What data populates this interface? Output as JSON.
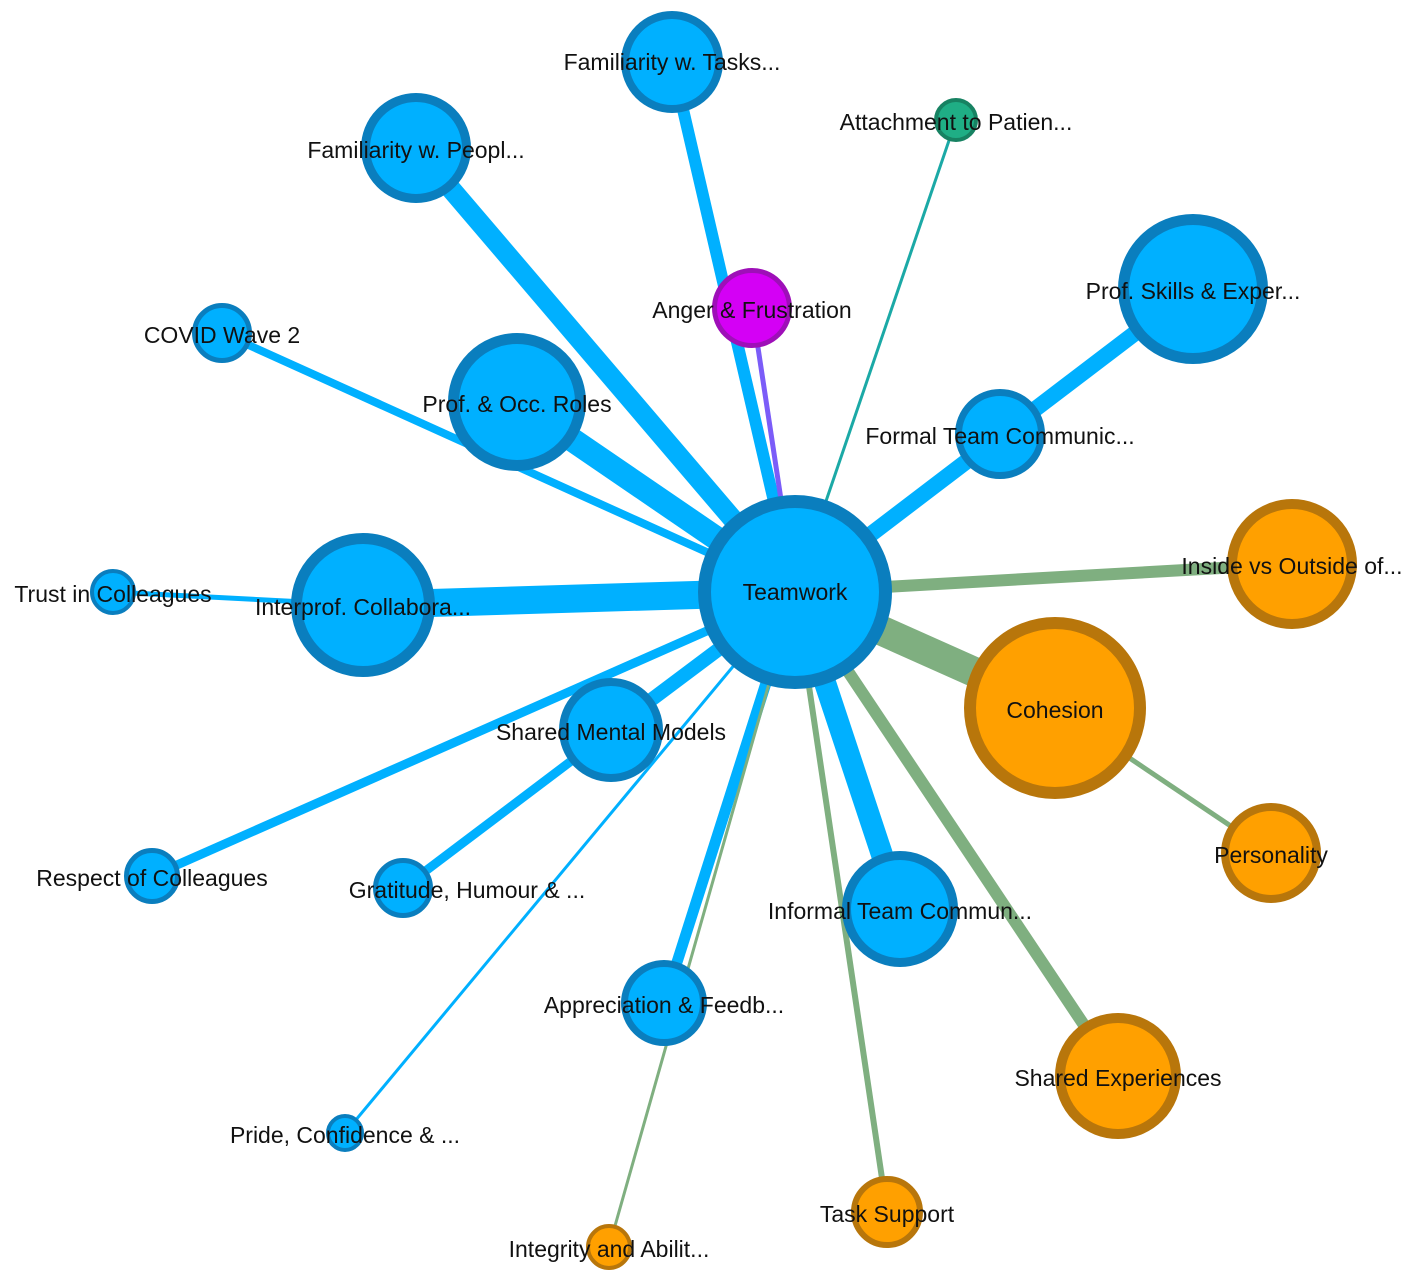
{
  "colors": {
    "blue_fill": "#00B0FF",
    "blue_stroke": "#0A7EBE",
    "orange_fill": "#FFA000",
    "orange_stroke": "#B8760B",
    "green_fill": "#1FAE85",
    "green_stroke": "#178262",
    "magenta_fill": "#D400F5",
    "magenta_stroke": "#9E0FB8",
    "edge_blue": "#00B0FF",
    "edge_green": "#7FAF80",
    "edge_teal": "#1BA9A6",
    "edge_purple": "#7B5CF8"
  },
  "nodes": [
    {
      "id": "teamwork",
      "label": "Teamwork",
      "group": "blue"
    },
    {
      "id": "cohesion",
      "label": "Cohesion",
      "group": "orange"
    },
    {
      "id": "prof_skills",
      "label": "Prof. Skills & Exper...",
      "group": "blue"
    },
    {
      "id": "interprof",
      "label": "Interprof. Collabora...",
      "group": "blue"
    },
    {
      "id": "prof_occ",
      "label": "Prof. & Occ. Roles",
      "group": "blue"
    },
    {
      "id": "fam_people",
      "label": "Familiarity w. Peopl...",
      "group": "blue"
    },
    {
      "id": "fam_tasks",
      "label": "Familiarity w. Tasks...",
      "group": "blue"
    },
    {
      "id": "inside_outside",
      "label": "Inside vs Outside of...",
      "group": "orange"
    },
    {
      "id": "shared_exp",
      "label": "Shared Experiences",
      "group": "orange"
    },
    {
      "id": "informal",
      "label": "Informal Team Commun...",
      "group": "blue"
    },
    {
      "id": "formal",
      "label": "Formal Team Communic...",
      "group": "blue"
    },
    {
      "id": "shared_mental",
      "label": "Shared Mental Models",
      "group": "blue"
    },
    {
      "id": "appreciation",
      "label": "Appreciation & Feedb...",
      "group": "blue"
    },
    {
      "id": "personality",
      "label": "Personality",
      "group": "orange"
    },
    {
      "id": "anger",
      "label": "Anger & Frustration",
      "group": "magenta"
    },
    {
      "id": "task_support",
      "label": "Task Support",
      "group": "orange"
    },
    {
      "id": "covid",
      "label": "COVID Wave 2",
      "group": "blue"
    },
    {
      "id": "respect",
      "label": "Respect of Colleagues",
      "group": "blue"
    },
    {
      "id": "gratitude",
      "label": "Gratitude, Humour & ...",
      "group": "blue"
    },
    {
      "id": "trust",
      "label": "Trust in Colleagues",
      "group": "blue"
    },
    {
      "id": "attachment",
      "label": "Attachment to Patien...",
      "group": "green"
    },
    {
      "id": "pride",
      "label": "Pride, Confidence & ...",
      "group": "blue"
    },
    {
      "id": "integrity",
      "label": "Integrity and Abilit...",
      "group": "orange"
    }
  ],
  "edges": [
    {
      "source": "teamwork",
      "target": "interprof",
      "color": "blue"
    },
    {
      "source": "teamwork",
      "target": "fam_people",
      "color": "blue"
    },
    {
      "source": "teamwork",
      "target": "fam_tasks",
      "color": "blue"
    },
    {
      "source": "teamwork",
      "target": "prof_occ",
      "color": "blue"
    },
    {
      "source": "teamwork",
      "target": "covid",
      "color": "blue"
    },
    {
      "source": "teamwork",
      "target": "prof_skills",
      "color": "blue"
    },
    {
      "source": "teamwork",
      "target": "informal",
      "color": "blue"
    },
    {
      "source": "teamwork",
      "target": "shared_mental",
      "color": "blue"
    },
    {
      "source": "teamwork",
      "target": "appreciation",
      "color": "blue"
    },
    {
      "source": "teamwork",
      "target": "respect",
      "color": "blue"
    },
    {
      "source": "teamwork",
      "target": "gratitude",
      "color": "blue"
    },
    {
      "source": "teamwork",
      "target": "pride",
      "color": "blue"
    },
    {
      "source": "interprof",
      "target": "trust",
      "color": "blue"
    },
    {
      "source": "teamwork",
      "target": "cohesion",
      "color": "green"
    },
    {
      "source": "teamwork",
      "target": "inside_outside",
      "color": "green"
    },
    {
      "source": "teamwork",
      "target": "shared_exp",
      "color": "green"
    },
    {
      "source": "teamwork",
      "target": "task_support",
      "color": "green"
    },
    {
      "source": "teamwork",
      "target": "integrity",
      "color": "green"
    },
    {
      "source": "cohesion",
      "target": "personality",
      "color": "green"
    },
    {
      "source": "teamwork",
      "target": "attachment",
      "color": "teal"
    },
    {
      "source": "teamwork",
      "target": "anger",
      "color": "purple"
    }
  ]
}
